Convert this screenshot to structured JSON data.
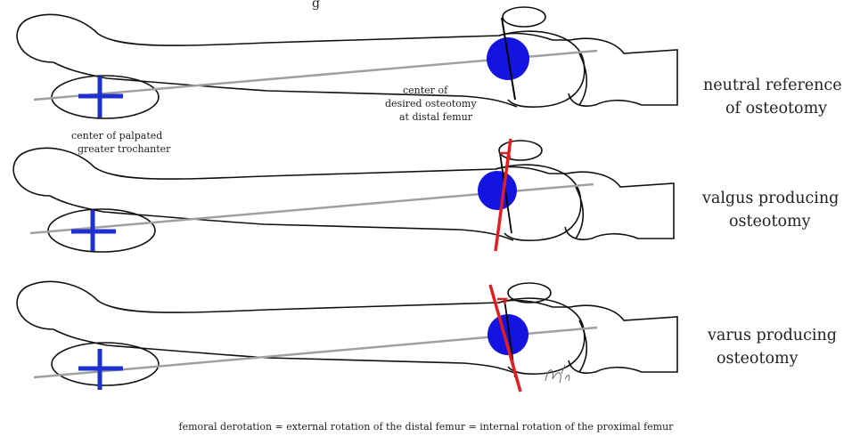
{
  "top_cut_text": "g",
  "panels": [
    {
      "label_lines": [
        "neutral reference",
        "of osteotomy"
      ],
      "cut_color": "#000000",
      "tilt": "neutral"
    },
    {
      "label_lines": [
        "valgus producing",
        "osteotomy"
      ],
      "cut_color": "#e02020",
      "tilt": "valgus"
    },
    {
      "label_lines": [
        "varus producing",
        "osteotomy"
      ],
      "cut_color": "#e02020",
      "tilt": "varus"
    }
  ],
  "annotations": {
    "greater_trochanter": [
      "center of palpated",
      "greater trochanter"
    ],
    "distal_femur": [
      "center of",
      "desired osteotomy",
      "at distal femur"
    ]
  },
  "caption": "femoral derotation = external rotation of the distal femur = internal rotation of the proximal femur",
  "colors": {
    "axis_line": "#a0a0a0",
    "cross": "#1f2fd0",
    "osteotomy_circle": "#1414e0",
    "bone_outline": "#111111",
    "cut_red": "#e02020"
  }
}
